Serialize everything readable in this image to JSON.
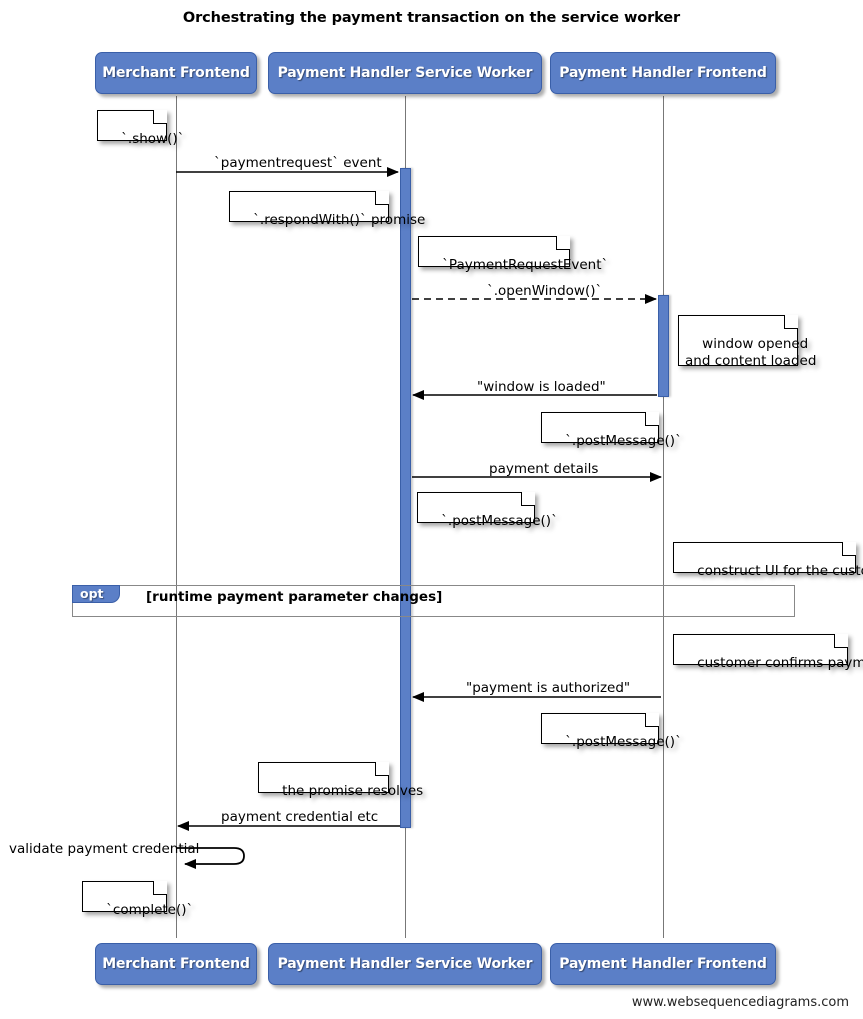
{
  "diagram": {
    "title": "Orchestrating the payment transaction on the service worker",
    "footer": "www.websequencediagrams.com",
    "accent_color": "#5B7FC7",
    "accent_border": "#3A5FA8",
    "lifeline_color": "#777777"
  },
  "actors": [
    {
      "id": "merchant",
      "label": "Merchant Frontend"
    },
    {
      "id": "sw",
      "label": "Payment Handler Service Worker"
    },
    {
      "id": "phf",
      "label": "Payment Handler Frontend"
    }
  ],
  "actors_bottom": [
    {
      "id": "merchant",
      "label": "Merchant Frontend"
    },
    {
      "id": "sw",
      "label": "Payment Handler Service Worker"
    },
    {
      "id": "phf",
      "label": "Payment Handler Frontend"
    }
  ],
  "notes": [
    {
      "id": "note-show",
      "text": "`.show()`"
    },
    {
      "id": "note-respondwith",
      "text": "`.respondWith()` promise"
    },
    {
      "id": "note-paymentrequestevent",
      "text": "`PaymentRequestEvent`"
    },
    {
      "id": "note-window-opened",
      "text": "window opened\nand content loaded"
    },
    {
      "id": "note-postmessage-1",
      "text": "`.postMessage()`"
    },
    {
      "id": "note-postmessage-2",
      "text": "`.postMessage()`"
    },
    {
      "id": "note-construct-ui",
      "text": "construct UI for the customer"
    },
    {
      "id": "note-customer-confirms",
      "text": "customer confirms payment"
    },
    {
      "id": "note-postmessage-3",
      "text": "`.postMessage()`"
    },
    {
      "id": "note-promise-resolves",
      "text": "the promise resolves"
    },
    {
      "id": "note-complete",
      "text": "`complete()`"
    }
  ],
  "messages": [
    {
      "id": "msg-paymentrequest",
      "label": "`paymentrequest` event"
    },
    {
      "id": "msg-openwindow",
      "label": "`.openWindow()`"
    },
    {
      "id": "msg-window-loaded",
      "label": "\"window is loaded\""
    },
    {
      "id": "msg-payment-details",
      "label": "payment details"
    },
    {
      "id": "msg-payment-authorized",
      "label": "\"payment is authorized\""
    },
    {
      "id": "msg-payment-credential",
      "label": "payment credential etc"
    },
    {
      "id": "msg-validate-credential",
      "label": "validate payment credential"
    }
  ],
  "fragment": {
    "kind": "opt",
    "condition": "[runtime payment parameter changes]"
  }
}
